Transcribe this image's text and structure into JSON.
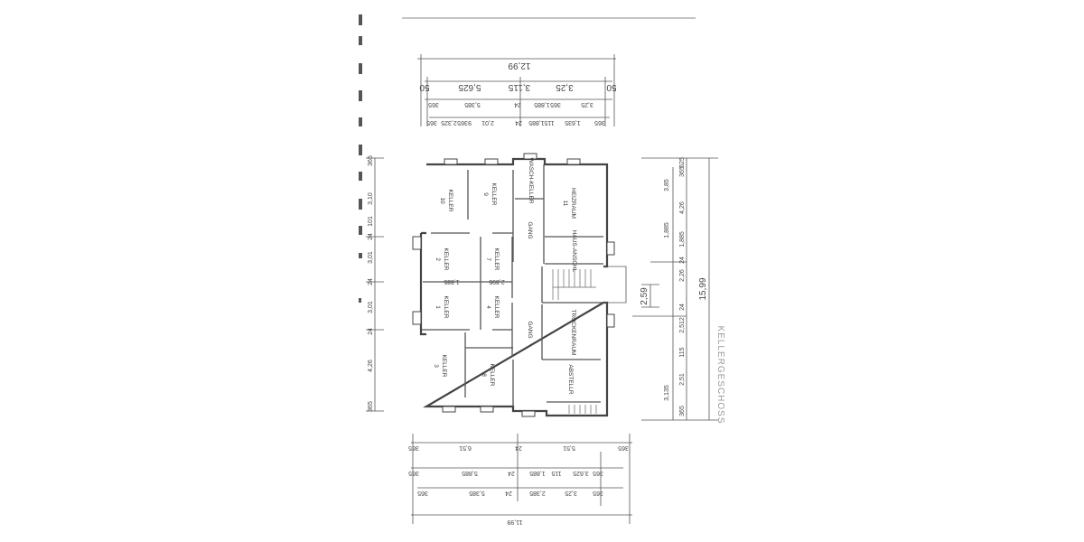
{
  "drawing": {
    "title": "KELLERGESCHOSS",
    "rooms": [
      {
        "label": "KELLER",
        "number": "10"
      },
      {
        "label": "KELLER",
        "number": "9"
      },
      {
        "label": "WASCH-KELLER",
        "number": ""
      },
      {
        "label": "HEIZRAUM",
        "number": "11"
      },
      {
        "label": "GANG",
        "number": ""
      },
      {
        "label": "HAUS-ANSCHL",
        "number": ""
      },
      {
        "label": "KELLER",
        "number": "2"
      },
      {
        "label": "KELLER",
        "number": "7"
      },
      {
        "label": "KELLER",
        "number": "1"
      },
      {
        "label": "KELLER",
        "number": "4"
      },
      {
        "label": "GANG",
        "number": ""
      },
      {
        "label": "TROCKENRAUM",
        "number": ""
      },
      {
        "label": "KELLER",
        "number": "3"
      },
      {
        "label": "KELLER",
        "number": "8"
      },
      {
        "label": "ABSTELLR",
        "number": ""
      }
    ],
    "inner_dims": [
      "1,885",
      "2,895",
      "2,59"
    ],
    "dimensions": {
      "top": {
        "overall": "12,99",
        "row1": [
          "50",
          "5,625",
          "3,115",
          "3,25",
          "50"
        ],
        "row2": [
          "365",
          "5,385",
          "24",
          "1,885",
          "365",
          "3,25"
        ],
        "row3": [
          "365",
          "2,325",
          "365",
          "9",
          "2,01",
          "24",
          "1,885",
          "115",
          "1,635",
          "365"
        ]
      },
      "bottom": {
        "row1": [
          "365",
          "6,51",
          "24",
          "5,51",
          "365"
        ],
        "row2": [
          "365",
          "5,885",
          "24",
          "1,885",
          "115",
          "3,625",
          "365"
        ],
        "row3": [
          "365",
          "5,385",
          "24",
          "2,385",
          "3,25",
          "365"
        ],
        "overall": "11,99"
      },
      "left": [
        "365",
        "3,10",
        "101",
        "24",
        "3,01",
        "24",
        "3,01",
        "24",
        "4,26",
        "365"
      ],
      "right": {
        "overall": "15,99",
        "row1": [
          "625",
          "365",
          "4,26",
          "1,885",
          "24",
          "2,26",
          "24",
          "2,512",
          "115",
          "2,51",
          "365"
        ],
        "row2": [
          "3,85",
          "1,885",
          "3,135"
        ]
      }
    }
  }
}
